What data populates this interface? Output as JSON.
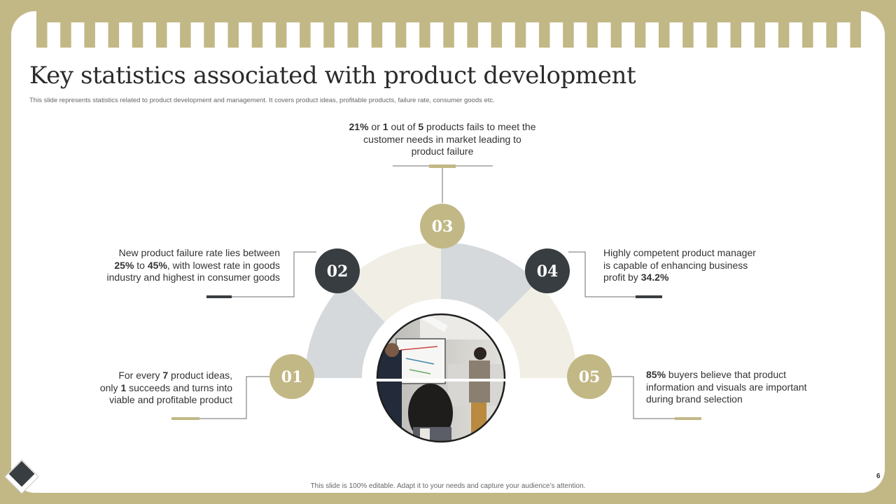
{
  "slide": {
    "title": "Key statistics associated with product development",
    "subtitle": "This slide represents statistics related to product development and management.  It covers product ideas, profitable products, failure rate, consumer goods etc.",
    "footer": "This slide is 100% editable.  Adapt it to your needs and capture your audience’s attention.",
    "page_number": "6"
  },
  "colors": {
    "frame": "#c2b886",
    "accent_gold": "#c2b886",
    "accent_dark": "#373d41",
    "segment_grey": "#d5d9dc",
    "segment_cream": "#f1efe5"
  },
  "stats": [
    {
      "number": "01",
      "parts": [
        {
          "t": "For every ",
          "b": false
        },
        {
          "t": "7",
          "b": true
        },
        {
          "t": " product ideas,",
          "b": false
        },
        {
          "br": true
        },
        {
          "t": "only ",
          "b": false
        },
        {
          "t": "1",
          "b": true
        },
        {
          "t": " succeeds and turns into",
          "b": false
        },
        {
          "br": true
        },
        {
          "t": "viable and profitable product",
          "b": false
        }
      ]
    },
    {
      "number": "02",
      "parts": [
        {
          "t": "New product failure rate lies between",
          "b": false
        },
        {
          "br": true
        },
        {
          "t": "25%",
          "b": true
        },
        {
          "t": " to ",
          "b": false
        },
        {
          "t": "45%",
          "b": true
        },
        {
          "t": ", with lowest rate in goods",
          "b": false
        },
        {
          "br": true
        },
        {
          "t": "industry and highest in consumer goods",
          "b": false
        }
      ]
    },
    {
      "number": "03",
      "parts": [
        {
          "t": "21%",
          "b": true
        },
        {
          "t": " or ",
          "b": false
        },
        {
          "t": "1",
          "b": true
        },
        {
          "t": " out of ",
          "b": false
        },
        {
          "t": "5",
          "b": true
        },
        {
          "t": " products fails to meet the",
          "b": false
        },
        {
          "br": true
        },
        {
          "t": "customer needs in market leading to",
          "b": false
        },
        {
          "br": true
        },
        {
          "t": "product failure",
          "b": false
        }
      ]
    },
    {
      "number": "04",
      "parts": [
        {
          "t": "Highly competent product manager",
          "b": false
        },
        {
          "br": true
        },
        {
          "t": "is capable of enhancing business",
          "b": false
        },
        {
          "br": true
        },
        {
          "t": "profit by ",
          "b": false
        },
        {
          "t": "34.2%",
          "b": true
        }
      ]
    },
    {
      "number": "05",
      "parts": [
        {
          "t": "85%",
          "b": true
        },
        {
          "t": " buyers believe that product",
          "b": false
        },
        {
          "br": true
        },
        {
          "t": "information and visuals are important",
          "b": false
        },
        {
          "br": true
        },
        {
          "t": "during brand selection",
          "b": false
        }
      ]
    }
  ],
  "icons": {
    "logo": "diamond-logo-icon"
  }
}
